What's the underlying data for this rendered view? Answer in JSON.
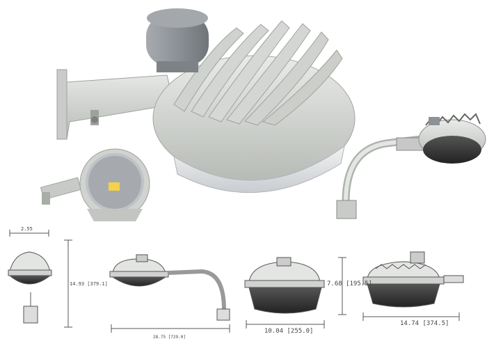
{
  "dimensions": {
    "front_width": "2.55",
    "front_height": "14.93 [379.1]",
    "arm_length": "28.75 [729.0]",
    "head_height": "7.68 [195.5]",
    "head_width": "10.04 [255.0]",
    "side_width": "14.74 [374.5]"
  },
  "colors": {
    "housing": "#d9dcd8",
    "housing_shadow": "#aeb2ae",
    "photocell": "#8f949a",
    "lens": "#e6e8ea",
    "line": "#555555"
  }
}
